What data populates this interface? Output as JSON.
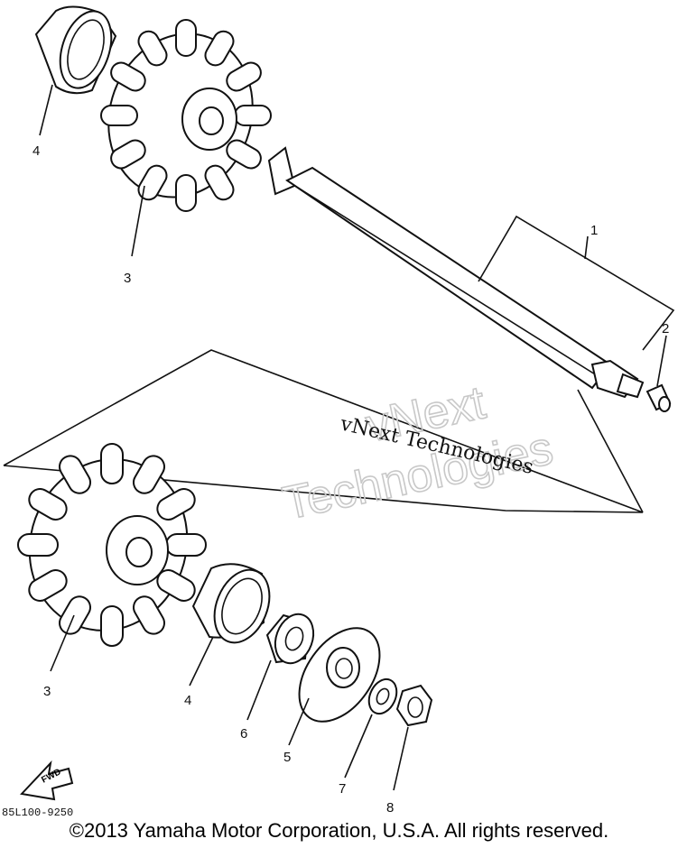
{
  "diagram": {
    "callouts": [
      {
        "id": "c4a",
        "label": "4"
      },
      {
        "id": "c3a",
        "label": "3"
      },
      {
        "id": "c1",
        "label": "1"
      },
      {
        "id": "c2",
        "label": "2"
      },
      {
        "id": "c3b",
        "label": "3"
      },
      {
        "id": "c4b",
        "label": "4"
      },
      {
        "id": "c6",
        "label": "6"
      },
      {
        "id": "c5",
        "label": "5"
      },
      {
        "id": "c7",
        "label": "7"
      },
      {
        "id": "c8",
        "label": "8"
      }
    ],
    "fwd_label": "FWD",
    "figure_code": "85L100-9250",
    "watermark_line1": "vNext",
    "watermark_line2": "Technologies",
    "watermark_small": "vNext Technologies"
  },
  "footer": {
    "copyright": "©2013 Yamaha Motor Corporation, U.S.A. All rights reserved."
  }
}
